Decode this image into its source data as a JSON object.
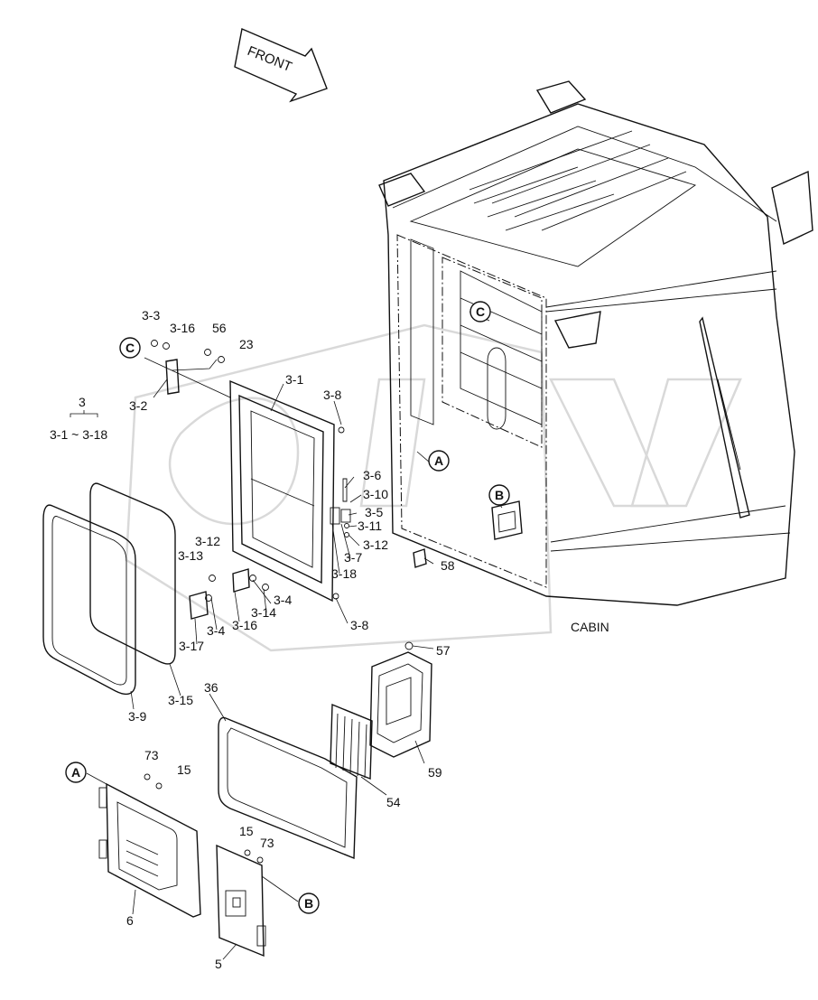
{
  "front_arrow": {
    "label": "FRONT"
  },
  "assembly_title": "CABIN",
  "callouts": {
    "A": "A",
    "B": "B",
    "C": "C"
  },
  "group": {
    "number": "3",
    "range": "3-1 ~ 3-18"
  },
  "labels": [
    "3-3",
    "3-16",
    "56",
    "23",
    "3-2",
    "3-1",
    "3-8",
    "3-6",
    "3-10",
    "3-5",
    "3-11",
    "3-12",
    "3-7",
    "3-18",
    "3-12",
    "3-13",
    "3-4",
    "3-14",
    "3-16",
    "3-4",
    "3-17",
    "3-8",
    "3-9",
    "3-15",
    "58",
    "57",
    "36",
    "59",
    "54",
    "73",
    "15",
    "6",
    "15",
    "73",
    "5"
  ]
}
